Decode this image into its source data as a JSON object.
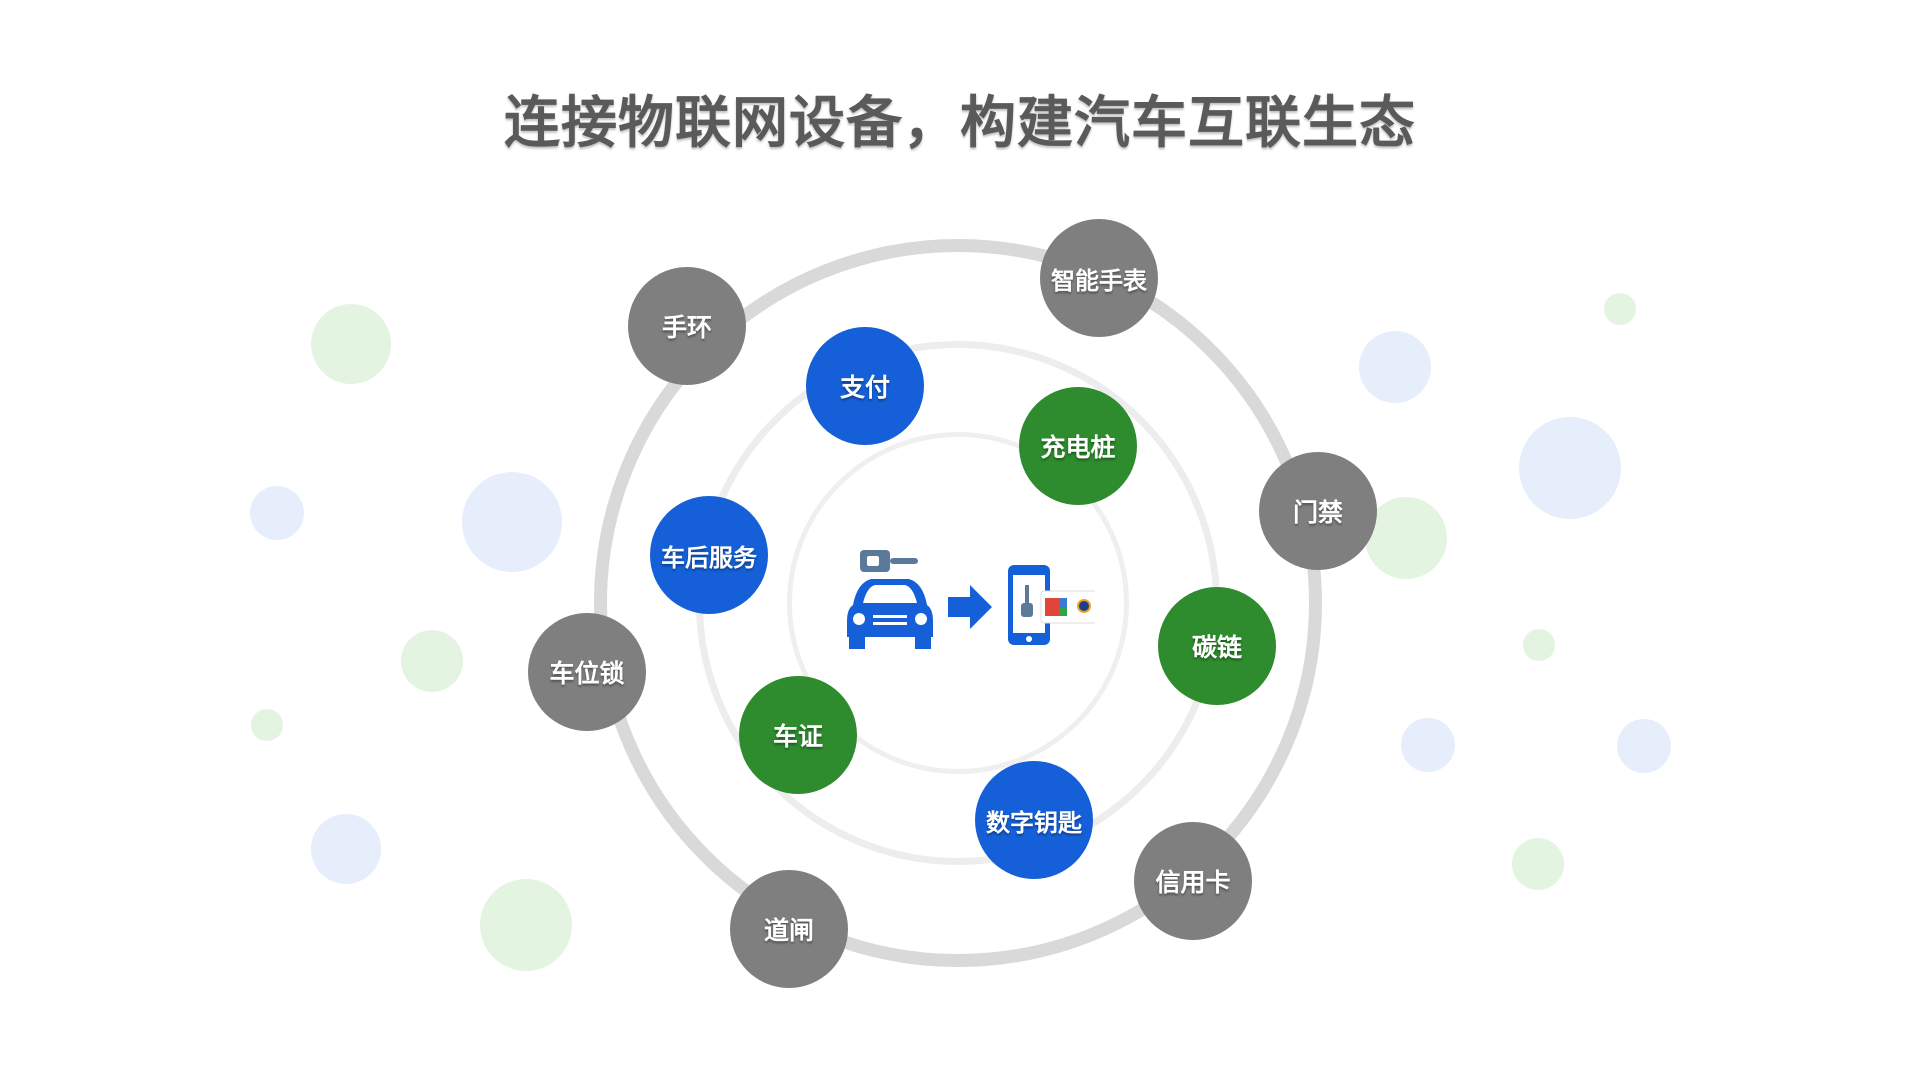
{
  "title": "连接物联网设备，构建汽车互联生态",
  "colors": {
    "device": "#7f7f7f",
    "service_blue": "#1560d8",
    "service_green": "#2e8b2e"
  },
  "outer_nodes": [
    "手环",
    "智能手表",
    "门禁",
    "信用卡",
    "道闸",
    "车位锁"
  ],
  "inner_nodes": [
    "支付",
    "充电桩",
    "车后服务",
    "碳链",
    "车证",
    "数字钥匙"
  ],
  "center": {
    "icons": [
      "car-key-icon",
      "car-icon",
      "arrow-right-icon",
      "phone-key-icon",
      "card-icon"
    ]
  }
}
